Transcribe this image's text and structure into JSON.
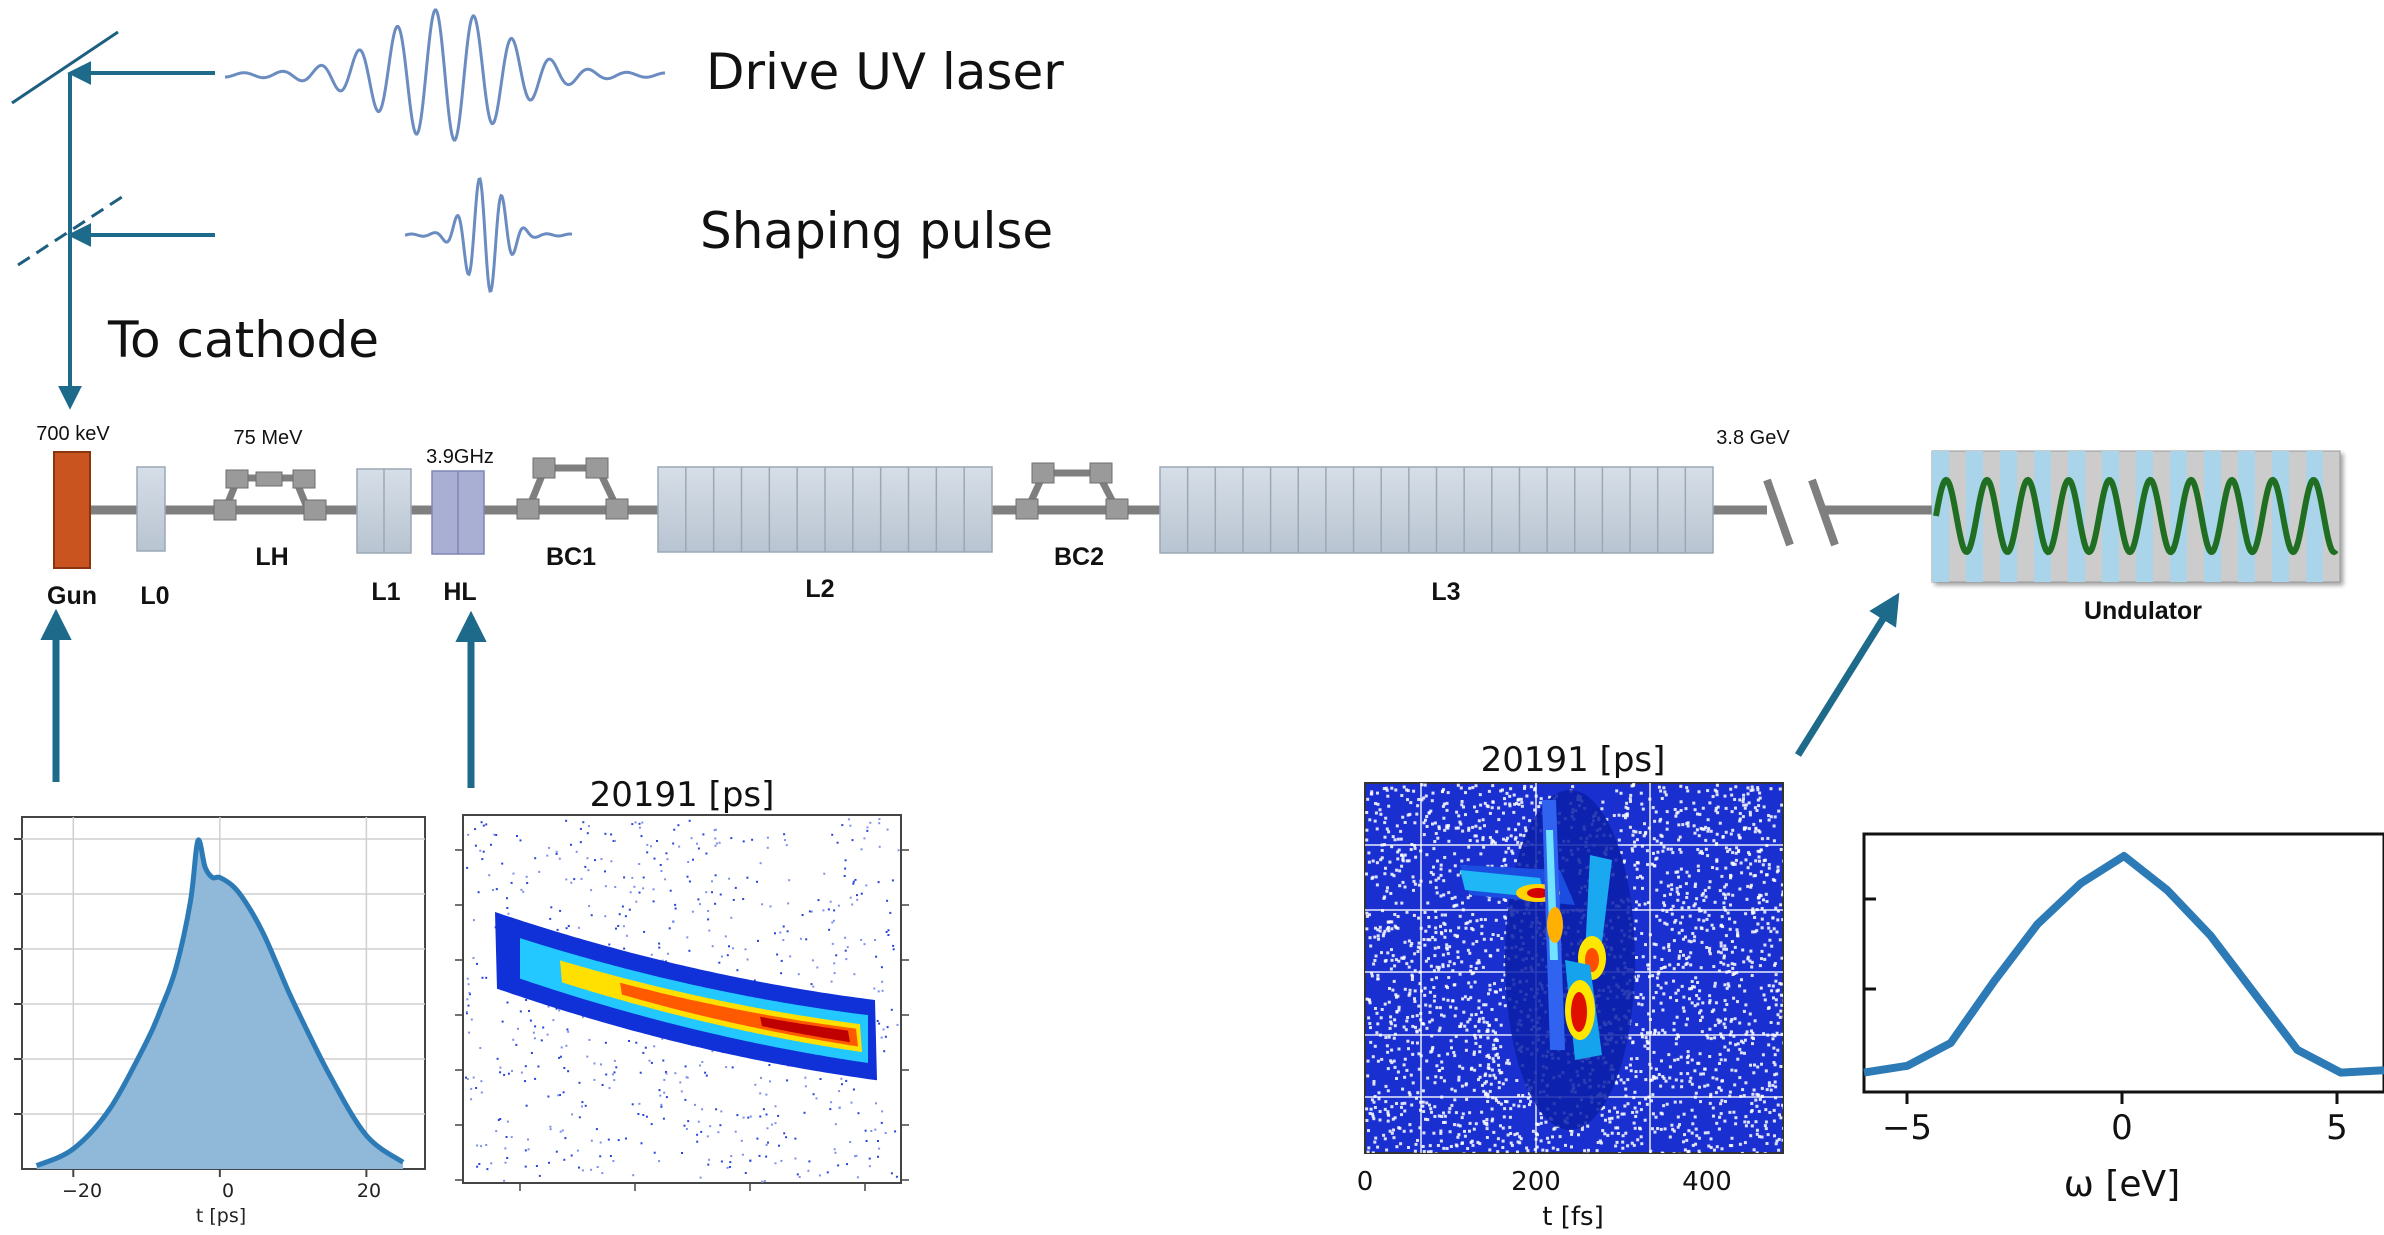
{
  "laser": {
    "drive_label": "Drive UV laser",
    "shaping_label": "Shaping pulse",
    "cathode_label": "To cathode"
  },
  "beamline": {
    "energy_gun": "700 keV",
    "energy_lh": "75 MeV",
    "freq_hl": "3.9GHz",
    "energy_end": "3.8 GeV",
    "components": {
      "gun": "Gun",
      "l0": "L0",
      "lh": "LH",
      "l1": "L1",
      "hl": "HL",
      "bc1": "BC1",
      "l2": "L2",
      "bc2": "BC2",
      "l3": "L3",
      "undulator": "Undulator"
    }
  },
  "colors": {
    "gun": "#c9541f",
    "cavity": "#c8d3de",
    "hl_cavity": "#a9aed3",
    "beamline": "#7f7f7f",
    "arrow": "#1d6a8a",
    "undulator_wave": "#1f6e22",
    "pulse": "#6b8cc0",
    "profile_fill": "#8fb8d9",
    "profile_line": "#2c7bb6"
  },
  "plots": {
    "profile": {
      "xlabel": "t [ps]",
      "x_ticks": [
        "−20",
        "0",
        "20"
      ]
    },
    "phase_space_1": {
      "title": "20191 [ps]"
    },
    "phase_space_2": {
      "title": "20191 [ps]",
      "xlabel": "t [fs]",
      "x_ticks": [
        "0",
        "200",
        "400"
      ]
    },
    "spectrum": {
      "xlabel": "ω [eV]",
      "x_ticks": [
        "−5",
        "0",
        "5"
      ]
    }
  },
  "chart_data": [
    {
      "type": "area",
      "xlabel": "t [ps]",
      "xlim": [
        -27,
        28
      ],
      "grid": true,
      "x": [
        -25,
        -20,
        -15,
        -10,
        -8,
        -6,
        -4,
        -3,
        -2,
        -1,
        0,
        2,
        4,
        6,
        8,
        10,
        15,
        20,
        25
      ],
      "y": [
        0.01,
        0.06,
        0.18,
        0.38,
        0.48,
        0.6,
        0.8,
        0.98,
        0.9,
        0.87,
        0.87,
        0.84,
        0.78,
        0.7,
        0.6,
        0.5,
        0.28,
        0.1,
        0.02
      ]
    },
    {
      "type": "line",
      "xlabel": "ω [eV]",
      "xlim": [
        -6,
        6
      ],
      "x": [
        -6,
        -5,
        -4,
        -3,
        -2,
        -1,
        0,
        1,
        2,
        3,
        4,
        5,
        6
      ],
      "y": [
        0.05,
        0.08,
        0.18,
        0.45,
        0.7,
        0.88,
        1.0,
        0.85,
        0.65,
        0.4,
        0.15,
        0.05,
        0.06
      ]
    }
  ]
}
